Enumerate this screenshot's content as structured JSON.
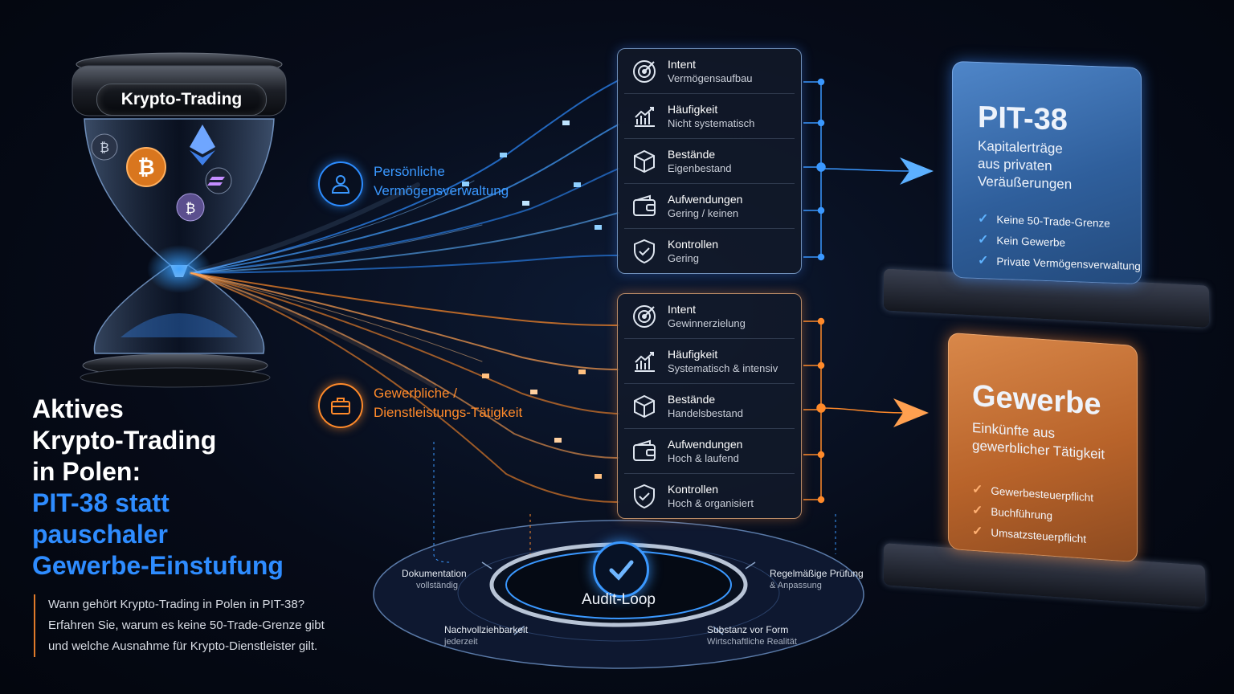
{
  "hourglass": {
    "label": "Krypto-Trading",
    "coin_icons": [
      "bitcoin-icon",
      "ethereum-icon",
      "solana-icon"
    ]
  },
  "headline": {
    "line1": "Aktives",
    "line2": "Krypto-Trading",
    "line3": "in Polen:",
    "line4": "PIT-38 statt",
    "line5": "pauschaler",
    "line6": "Gewerbe-Einstufung"
  },
  "intro": {
    "line1": "Wann gehört Krypto-Trading in Polen in PIT-38?",
    "line2": "Erfahren Sie, warum es keine 50-Trade-Grenze gibt",
    "line3": "und welche Ausnahme für Krypto-Dienstleister gilt."
  },
  "branches": [
    {
      "label_line1": "Persönliche",
      "label_line2": "Vermögensverwaltung",
      "icon": "user-icon",
      "color": "#2c8cff"
    },
    {
      "label_line1": "Gewerbliche /",
      "label_line2": "Dienstleistungs-Tätigkeit",
      "icon": "briefcase-icon",
      "color": "#ff8a2a"
    }
  ],
  "panels": {
    "private": [
      {
        "title": "Intent",
        "value": "Vermögensaufbau",
        "icon": "target-icon"
      },
      {
        "title": "Häufigkeit",
        "value": "Nicht systematisch",
        "icon": "chart-icon"
      },
      {
        "title": "Bestände",
        "value": "Eigenbestand",
        "icon": "box-icon"
      },
      {
        "title": "Aufwendungen",
        "value": "Gering / keinen",
        "icon": "wallet-icon"
      },
      {
        "title": "Kontrollen",
        "value": "Gering",
        "icon": "shield-icon"
      }
    ],
    "business": [
      {
        "title": "Intent",
        "value": "Gewinnerzielung",
        "icon": "target-icon"
      },
      {
        "title": "Häufigkeit",
        "value": "Systematisch & intensiv",
        "icon": "chart-icon"
      },
      {
        "title": "Bestände",
        "value": "Handelsbestand",
        "icon": "box-icon"
      },
      {
        "title": "Aufwendungen",
        "value": "Hoch & laufend",
        "icon": "wallet-icon"
      },
      {
        "title": "Kontrollen",
        "value": "Hoch & organisiert",
        "icon": "shield-icon"
      }
    ]
  },
  "folders": {
    "pit38": {
      "title": "PIT-38",
      "sub_line1": "Kapitalerträge",
      "sub_line2": "aus privaten",
      "sub_line3": "Veräußerungen",
      "checks": [
        "Keine 50-Trade-Grenze",
        "Kein Gewerbe",
        "Private Vermögensverwaltung"
      ]
    },
    "gewerbe": {
      "title": "Gewerbe",
      "sub_line1": "Einkünfte aus",
      "sub_line2": "gewerblicher Tätigkeit",
      "checks": [
        "Gewerbesteuerpflicht",
        "Buchführung",
        "Umsatzsteuerpflicht"
      ]
    }
  },
  "audit_loop": {
    "title": "Audit-Loop",
    "icon": "checkmark-icon",
    "items": [
      {
        "title": "Dokumentation",
        "sub": "vollständig"
      },
      {
        "title": "Regelmäßige Prüfung",
        "sub": "& Anpassung"
      },
      {
        "title": "Nachvollziehbarkeit",
        "sub": "jederzeit"
      },
      {
        "title": "Substanz vor Form",
        "sub": "Wirtschaftliche Realität"
      }
    ]
  },
  "colors": {
    "blue": "#2e8cff",
    "orange": "#ff8a2a",
    "background": "#060b18"
  }
}
